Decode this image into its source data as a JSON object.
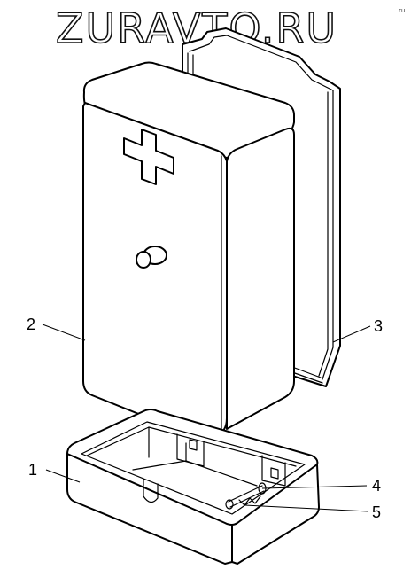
{
  "watermark": {
    "text": "ZURAVTO.RU",
    "corner": "ru"
  },
  "callouts": [
    {
      "number": "1",
      "part": "case-base"
    },
    {
      "number": "2",
      "part": "case-cover"
    },
    {
      "number": "3",
      "part": "inner-lid"
    },
    {
      "number": "4",
      "part": "latch-pin"
    },
    {
      "number": "5",
      "part": "latch-spring"
    }
  ],
  "icons": {
    "cover_emblem": "plus-cross-icon",
    "cover_button": "latch-button-icon"
  }
}
